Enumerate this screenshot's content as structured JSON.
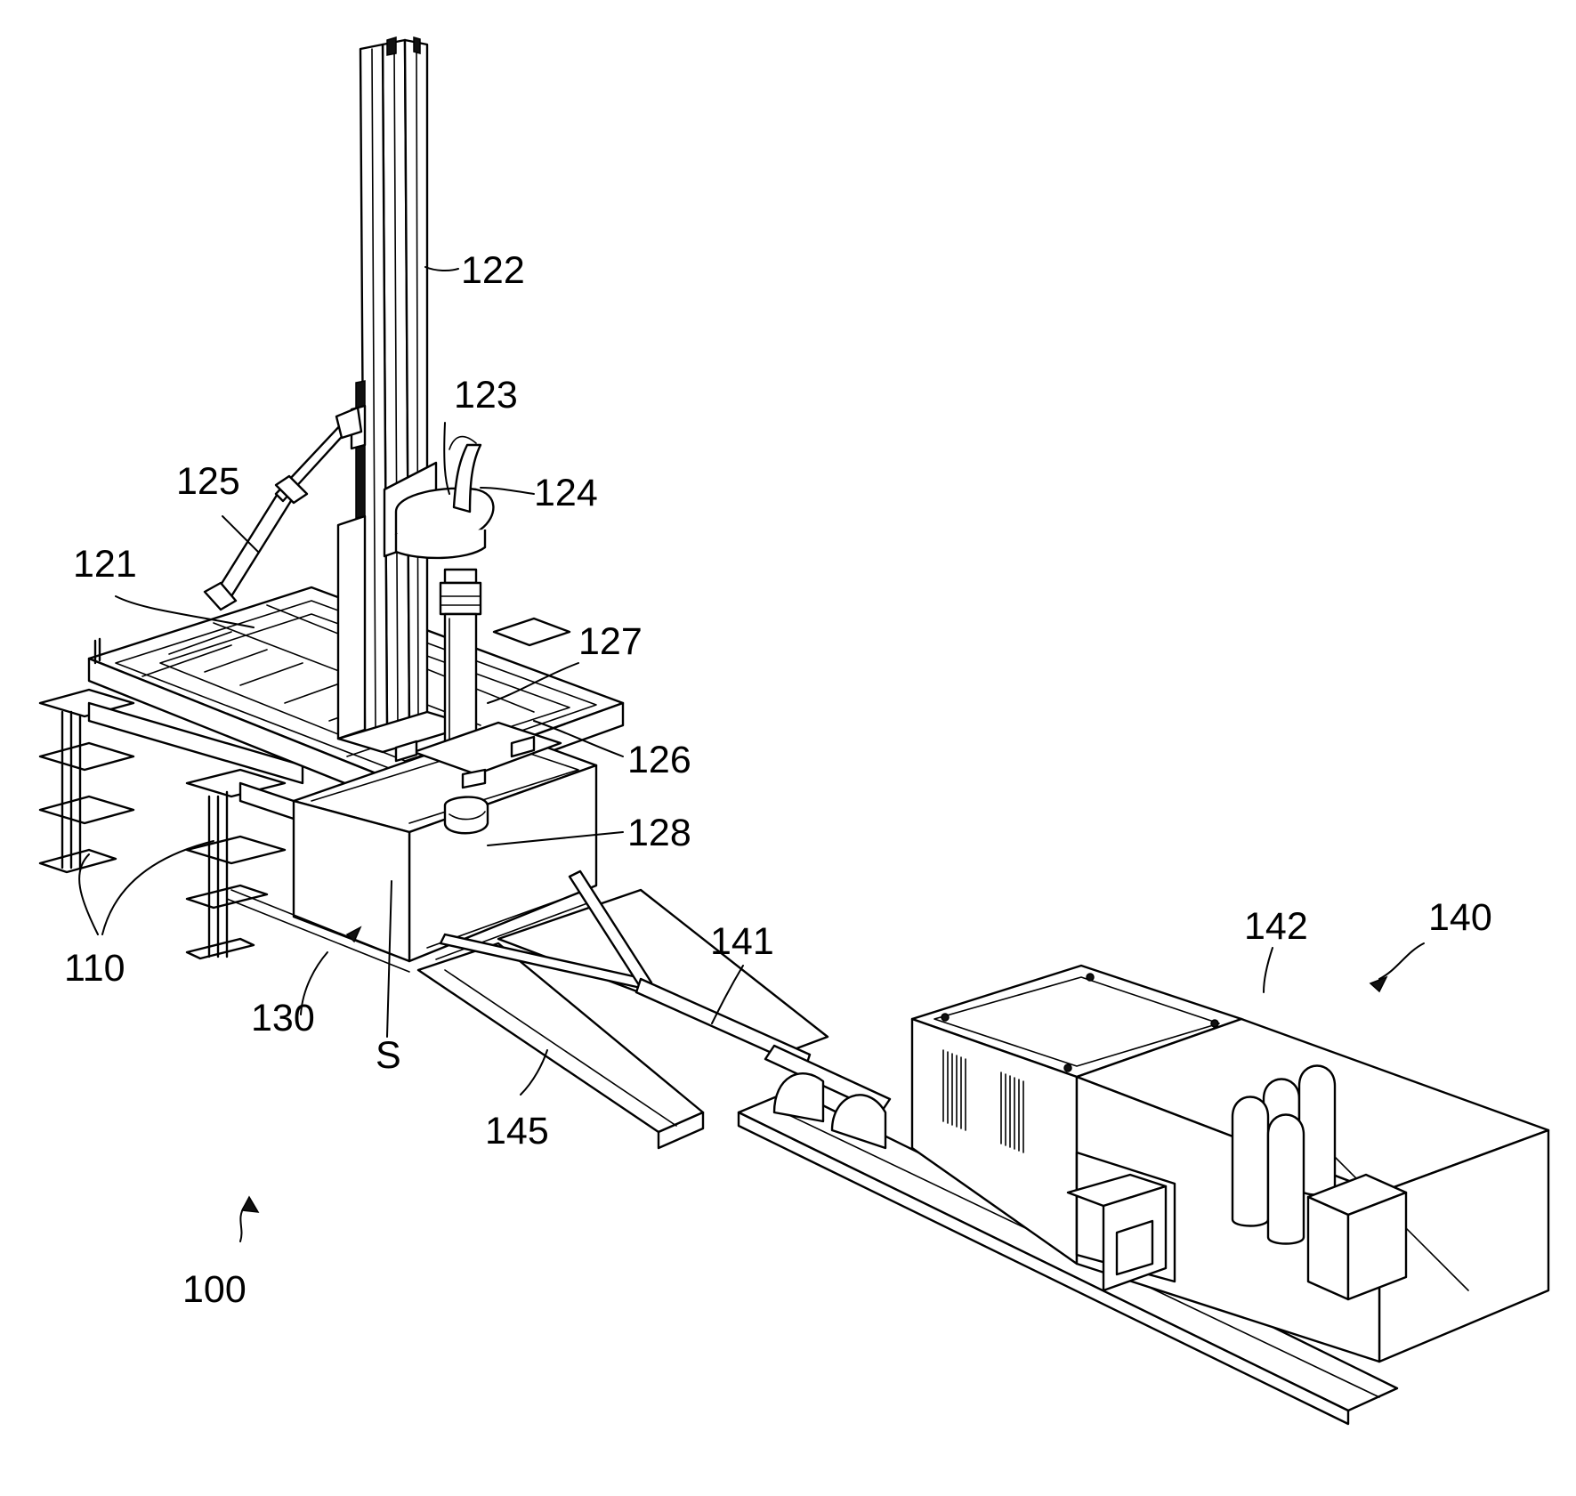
{
  "labels": {
    "l100": "100",
    "l110": "110",
    "l121": "121",
    "l122": "122",
    "l123": "123",
    "l124": "124",
    "l125": "125",
    "l126": "126",
    "l127": "127",
    "l128": "128",
    "l130": "130",
    "l140": "140",
    "l141": "141",
    "l142": "142",
    "l145": "145",
    "lS": "S"
  }
}
